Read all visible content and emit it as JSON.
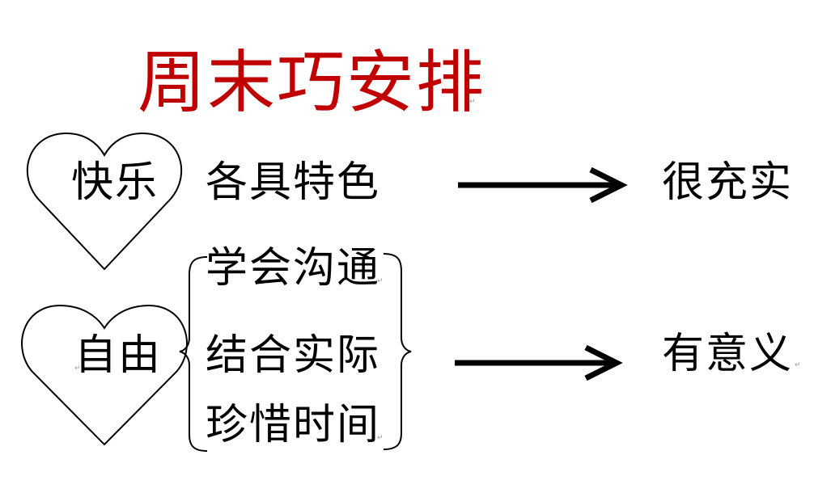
{
  "title": "周末巧安排",
  "rows": [
    {
      "heart_label": "快乐",
      "items": [
        "各具特色"
      ],
      "result": "很充实"
    },
    {
      "heart_label": "自由",
      "items": [
        "学会沟通",
        "结合实际",
        "珍惜时间"
      ],
      "result": "有意义"
    }
  ],
  "paragraph_mark": "↵",
  "colors": {
    "title": "#c00000",
    "text": "#000000",
    "lines": "#000000"
  }
}
